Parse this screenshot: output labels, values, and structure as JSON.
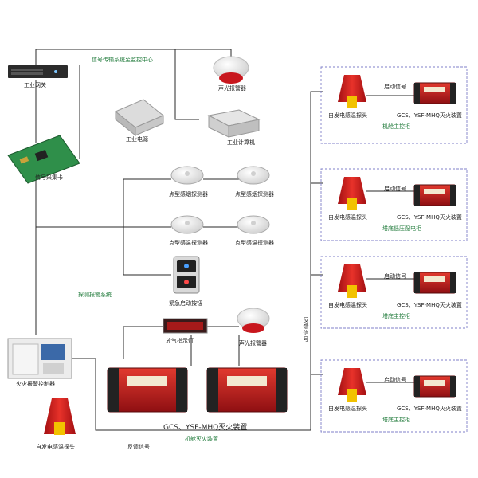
{
  "colors": {
    "line": "#2a2a2a",
    "zone_border": "#7f7fc9",
    "accent_red": "#c8161d",
    "label_green": "#1f7a3a"
  },
  "labels": {
    "transmission": "信号传输系统至监控中心",
    "industrial_gateway": "工业网关",
    "industrial_power": "工业电源",
    "acquisition_card": "信号采集卡",
    "sound_light_alarm": "声光报警器",
    "industrial_pc": "工业计算机",
    "smoke_detector": "点型感烟探测器",
    "temp_detector": "点型感温探测器",
    "emergency_button": "紧急启动按钮",
    "detection_system": "探测报警系统",
    "release_indicator": "放气指示灯",
    "fire_controller": "火灾报警控制器",
    "self_temp_probe": "自发电感温探头",
    "feedback_signal": "反馈信号",
    "feedback_signal_vertical": "反馈信号",
    "start_signal": "启动信号",
    "extinguisher": "GCS、YSF-MHQ灭火装置",
    "bottom_group": "机舱灭火装置"
  },
  "zones": [
    {
      "name": "机舱主控柜",
      "start": "启动信号",
      "probe": "自发电感温探头",
      "device": "GCS、YSF-MHQ灭火装置"
    },
    {
      "name": "塔底低压配电柜",
      "start": "启动信号",
      "probe": "自发电感温探头",
      "device": "GCS、YSF-MHQ灭火装置"
    },
    {
      "name": "塔底主控柜",
      "start": "启动信号",
      "probe": "自发电感温探头",
      "device": "GCS、YSF-MHQ灭火装置"
    },
    {
      "name": "塔底主控柜",
      "start": "启动信号",
      "probe": "自发电感温探头",
      "device": "GCS、YSF-MHQ灭火装置"
    }
  ]
}
